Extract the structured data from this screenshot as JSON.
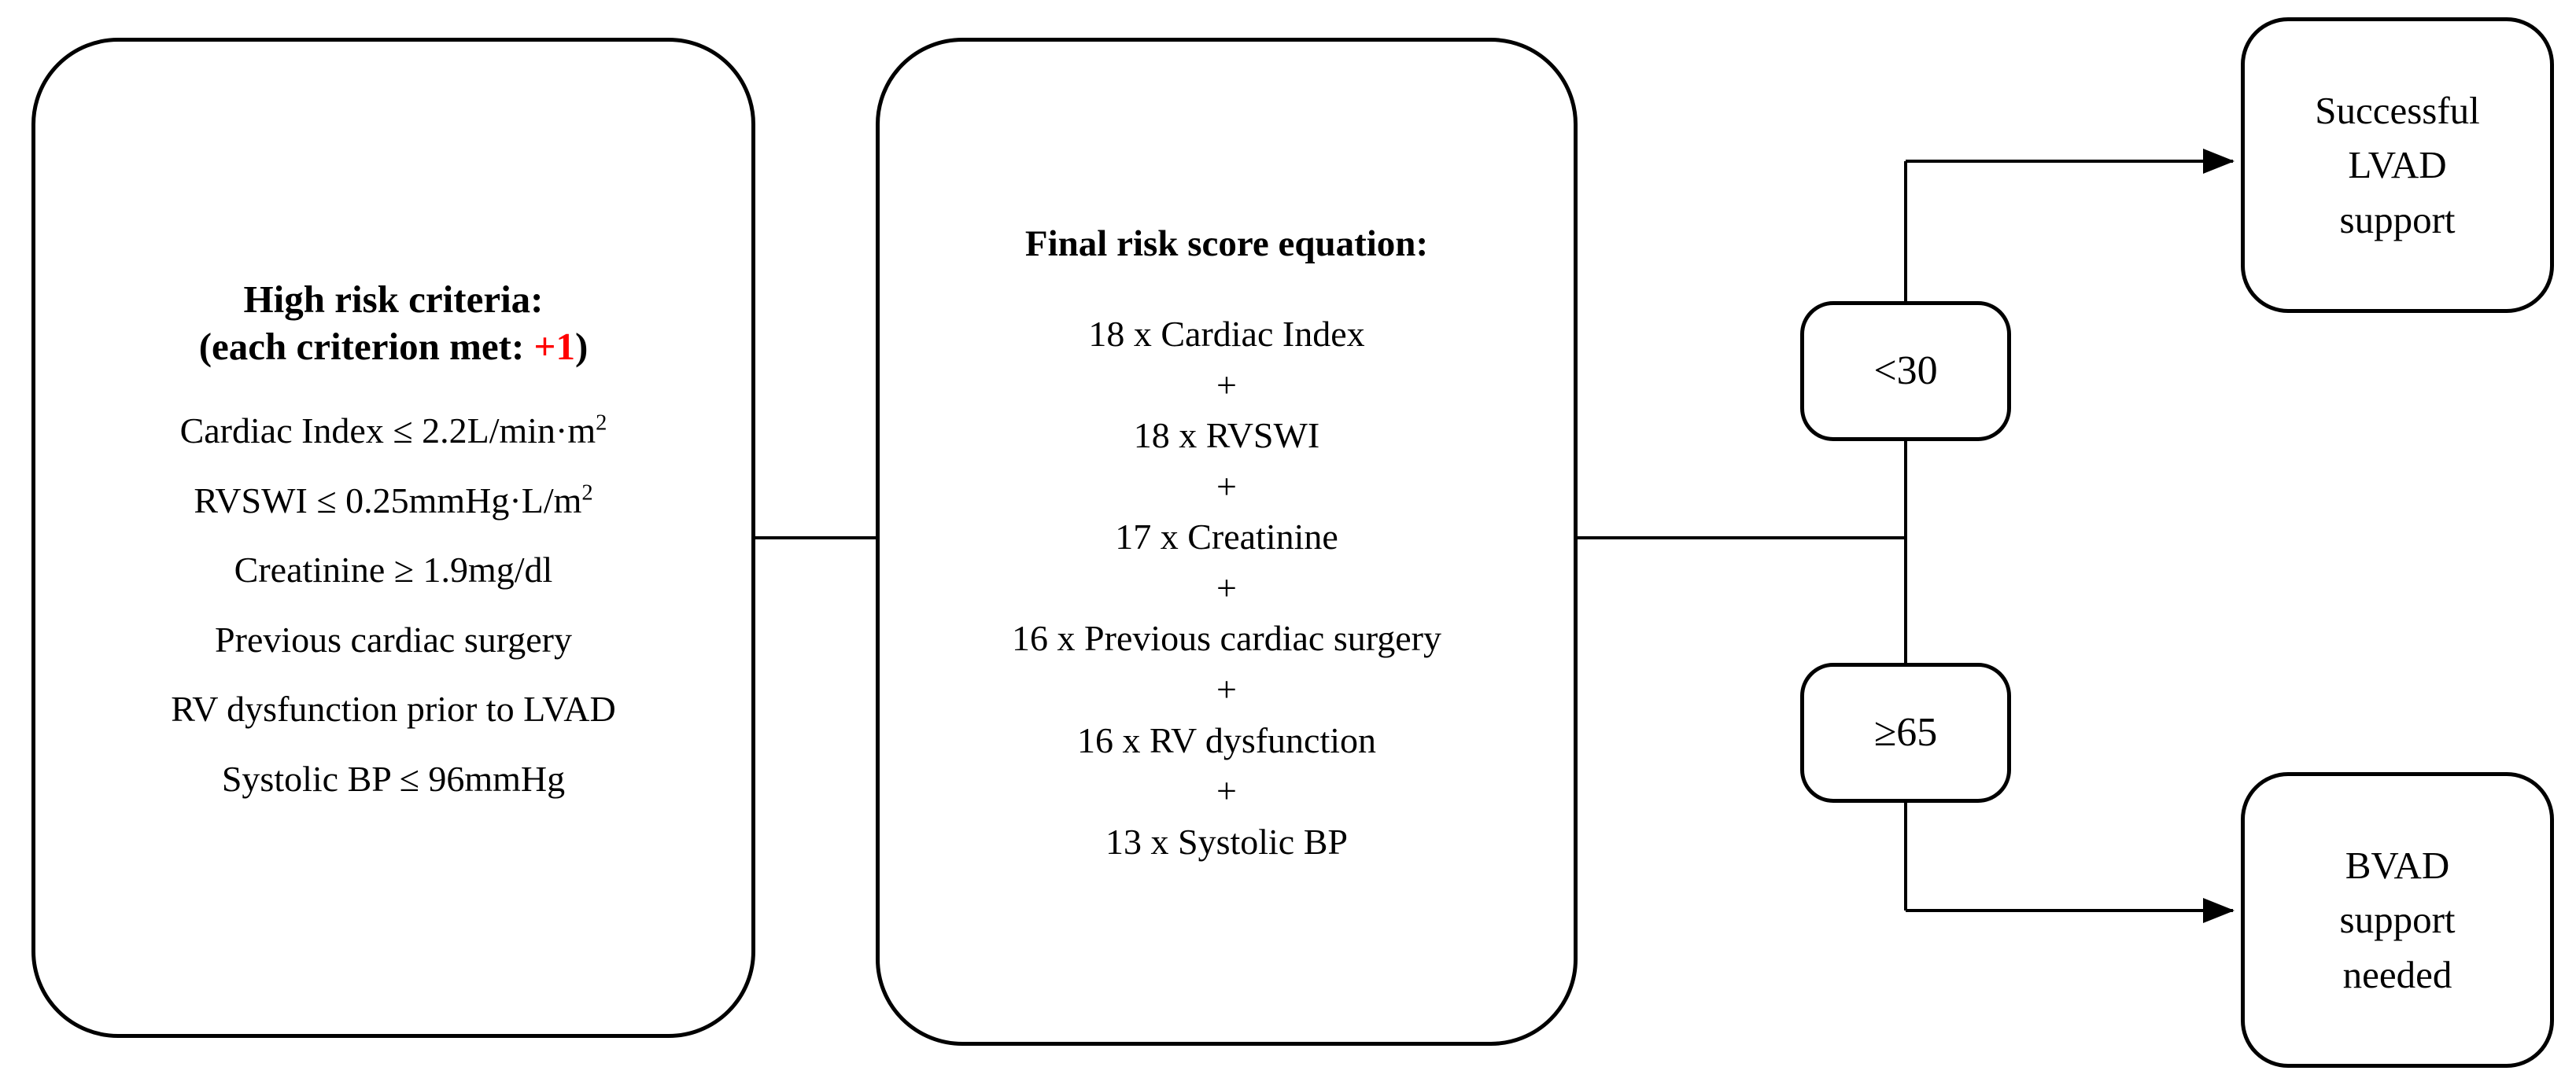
{
  "diagram": {
    "title": "LVAD risk score decision flowchart",
    "accent_color": "#ff0000",
    "line_color": "#000000",
    "background": "#ffffff"
  },
  "criteria_panel": {
    "heading_line1": "High risk criteria:",
    "heading_line2_prefix": "(each criterion met: ",
    "heading_line2_accent": "+1",
    "heading_line2_suffix": ")",
    "items": [
      {
        "text_before": "Cardiac Index ≤ 2.2L/min·m",
        "superscript": "2",
        "text_after": ""
      },
      {
        "text_before": "RVSWI ≤ 0.25mmHg·L/m",
        "superscript": "2",
        "text_after": ""
      },
      {
        "text_before": "Creatinine ≥ 1.9mg/dl",
        "superscript": "",
        "text_after": ""
      },
      {
        "text_before": "Previous cardiac surgery",
        "superscript": "",
        "text_after": ""
      },
      {
        "text_before": "RV dysfunction prior to LVAD",
        "superscript": "",
        "text_after": ""
      },
      {
        "text_before": "Systolic BP ≤ 96mmHg",
        "superscript": "",
        "text_after": ""
      }
    ]
  },
  "equation_panel": {
    "heading": "Final risk score equation:",
    "terms": [
      "18 x Cardiac Index",
      "18 x RVSWI",
      "17 x Creatinine",
      "16 x Previous cardiac surgery",
      "16 x RV dysfunction",
      "13 x Systolic BP"
    ],
    "operator": "+"
  },
  "decisions": [
    {
      "label": "<30",
      "name": "threshold-less-than-30"
    },
    {
      "label": "≥65",
      "name": "threshold-greater-equal-65"
    }
  ],
  "outcomes": [
    {
      "name": "successful-lvad-support",
      "lines": [
        "Successful",
        "LVAD",
        "support"
      ]
    },
    {
      "name": "bvad-support-needed",
      "lines": [
        "BVAD",
        "support",
        "needed"
      ]
    }
  ]
}
